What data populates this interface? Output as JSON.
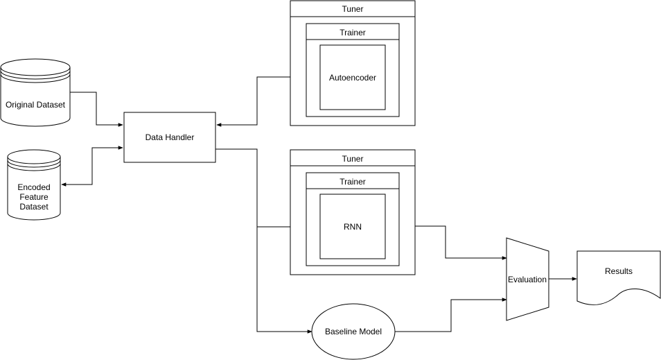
{
  "nodes": {
    "original_dataset": "Original Dataset",
    "encoded_dataset": [
      "Encoded",
      "Feature",
      "Dataset"
    ],
    "data_handler": "Data Handler",
    "tuner_top": "Tuner",
    "trainer_top": "Trainer",
    "autoencoder": "Autoencoder",
    "tuner_bottom": "Tuner",
    "trainer_bottom": "Trainer",
    "rnn": "RNN",
    "baseline_model": "Baseline Model",
    "evaluation": "Evaluation",
    "results": "Results"
  }
}
